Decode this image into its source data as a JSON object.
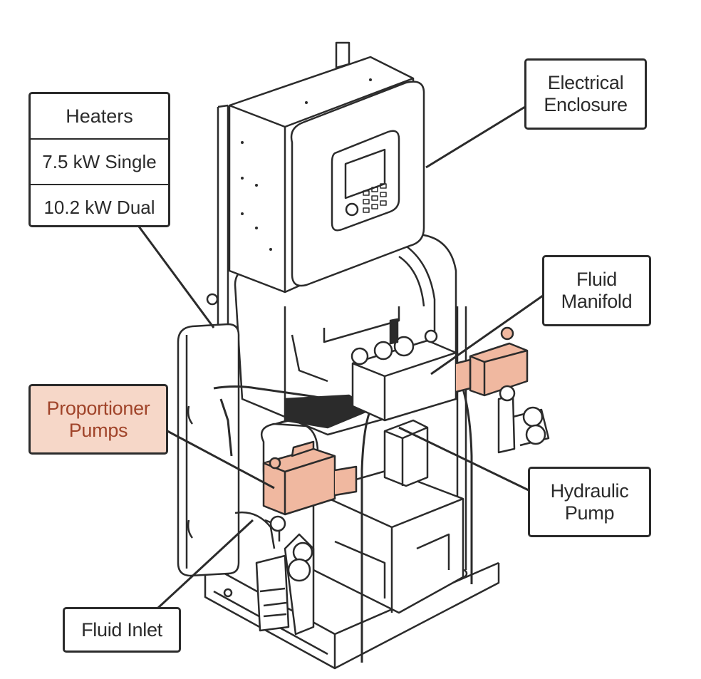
{
  "labels": {
    "heaters": {
      "title": "Heaters",
      "options": [
        "7.5 kW Single",
        "10.2 kW Dual"
      ]
    },
    "electrical_enclosure": [
      "Electrical",
      "Enclosure"
    ],
    "fluid_manifold": [
      "Fluid",
      "Manifold"
    ],
    "proportioner_pumps": [
      "Proportioner",
      "Pumps"
    ],
    "hydraulic_pump": [
      "Hydraulic",
      "Pump"
    ],
    "fluid_inlet": "Fluid Inlet"
  },
  "colors": {
    "outline": "#2b2b2b",
    "highlight_fill": "#f6d7c8",
    "highlight_text": "#a0442a",
    "pump_fill": "#f0b8a0"
  }
}
